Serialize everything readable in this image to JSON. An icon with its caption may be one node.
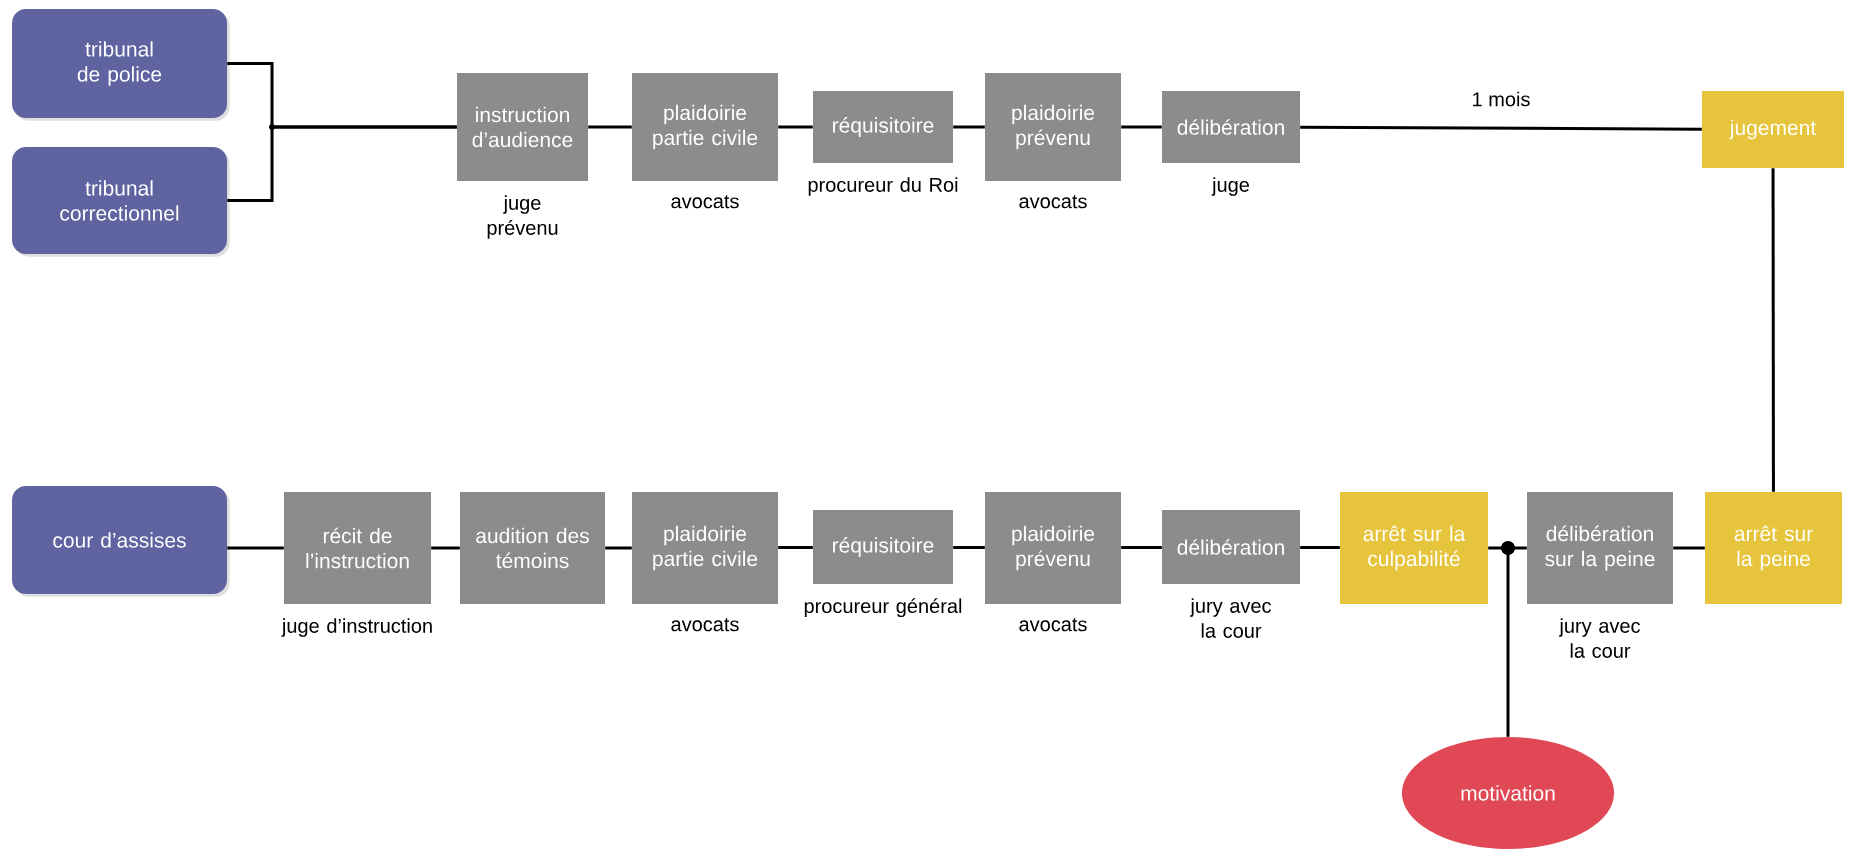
{
  "diagram": {
    "nodes": [
      {
        "text": [
          "tribunal de police"
        ]
      },
      {
        "text": [
          "tribunal correctionnel"
        ]
      },
      {
        "text": [
          "instruction d’audience"
        ],
        "beside": [
          "juge prévenu"
        ]
      },
      {
        "text": [
          "plaidoirie partie civile"
        ],
        "beside": [
          "avocats"
        ]
      },
      {
        "text": [
          "réquisitoire"
        ],
        "beside": [
          "procureur du Roi"
        ]
      },
      {
        "text": [
          "plaidoirie prévenu"
        ],
        "beside": [
          "avocats"
        ]
      },
      {
        "text": [
          "délibération"
        ],
        "beside": [
          "juge"
        ]
      },
      {
        "text": [
          "jugement"
        ]
      },
      {
        "text": [
          "cour d’assises"
        ]
      },
      {
        "text": [
          "récit de l’instruction"
        ],
        "beside": [
          "juge d’instruction"
        ]
      },
      {
        "text": [
          "audition des témoins"
        ]
      },
      {
        "text": [
          "plaidoirie partie civile"
        ],
        "beside": [
          "avocats"
        ]
      },
      {
        "text": [
          "réquisitoire"
        ],
        "beside": [
          "procureur général"
        ]
      },
      {
        "text": [
          "plaidoirie prévenu"
        ],
        "beside": [
          "avocats"
        ]
      },
      {
        "text": [
          "délibération"
        ],
        "beside": [
          "jury avec la cour"
        ]
      },
      {
        "text": [
          "arrêt sur la culpabilité"
        ]
      },
      {
        "text": [
          "délibération sur la peine"
        ],
        "beside": [
          "jury avec la cour"
        ]
      },
      {
        "text": [
          "arrêt sur la peine"
        ]
      },
      {
        "text": [
          "motivation"
        ]
      }
    ],
    "edges": [
      {
        "from": 0,
        "to": 2,
        "arrow": "none"
      },
      {
        "from": 1,
        "to": 2,
        "arrow": "none"
      },
      {
        "from": 2,
        "to": 3,
        "arrow": "none"
      },
      {
        "from": 3,
        "to": 4,
        "arrow": "none"
      },
      {
        "from": 4,
        "to": 5,
        "arrow": "none"
      },
      {
        "from": 5,
        "to": 6,
        "arrow": "none"
      },
      {
        "from": 6,
        "to": 7,
        "arrow": "none",
        "label": "1 mois"
      },
      {
        "from": 7,
        "to": 17,
        "arrow": "none"
      },
      {
        "from": 8,
        "to": 9,
        "arrow": "none"
      },
      {
        "from": 9,
        "to": 10,
        "arrow": "none"
      },
      {
        "from": 10,
        "to": 11,
        "arrow": "none"
      },
      {
        "from": 11,
        "to": 12,
        "arrow": "none"
      },
      {
        "from": 12,
        "to": 13,
        "arrow": "none"
      },
      {
        "from": 13,
        "to": 14,
        "arrow": "none"
      },
      {
        "from": 14,
        "to": 15,
        "arrow": "none"
      },
      {
        "from": 15,
        "to": 16,
        "arrow": "none"
      },
      {
        "from": 16,
        "to": 17,
        "arrow": "none"
      },
      {
        "from": 18,
        "to": 16,
        "arrow": "other"
      }
    ]
  }
}
